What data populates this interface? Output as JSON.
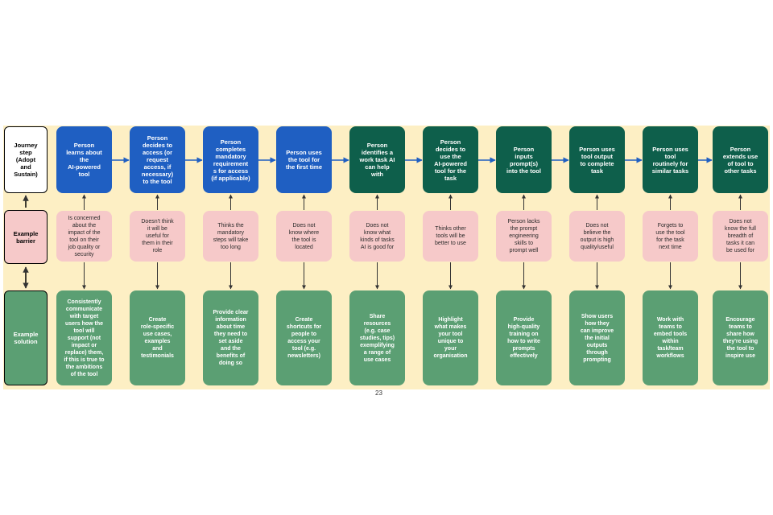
{
  "row_labels": {
    "journey": "Journey\nstep\n(Adopt\nand\nSustain)",
    "barrier": "Example\nbarrier",
    "solution": "Example\nsolution"
  },
  "columns": [
    {
      "step": "Person\nlearns about\nthe\nAI-powered\ntool",
      "color": "#1f5fc2",
      "barrier": "Is concerned\nabout the\nimpact of the\ntool on their\njob quality or\nsecurity",
      "solution": "Consistently\ncommunicate\nwith target\nusers how the\ntool will\nsupport (not\nimpact or\nreplace) them,\nif this is true to\nthe ambitions\nof the tool"
    },
    {
      "step": "Person\ndecides to\naccess (or\nrequest\naccess, if\nnecessary)\nto the tool",
      "color": "#1f5fc2",
      "barrier": "Doesn't think\nit will be\nuseful for\nthem in their\nrole",
      "solution": "Create\nrole-specific\nuse cases,\nexamples\nand\ntestimonials"
    },
    {
      "step": "Person\ncompletes\nmandatory\nrequirement\ns for access\n(if applicable)",
      "color": "#1f5fc2",
      "barrier": "Thinks the\nmandatory\nsteps will take\ntoo long",
      "solution": "Provide clear\ninformation\nabout time\nthey need to\nset aside\nand the\nbenefits of\ndoing so"
    },
    {
      "step": "Person uses\nthe tool for\nthe first time",
      "color": "#1f5fc2",
      "barrier": "Does not\nknow where\nthe tool is\nlocated",
      "solution": "Create\nshortcuts for\npeople to\naccess your\ntool (e.g.\nnewsletters)"
    },
    {
      "step": "Person\nidentifies a\nwork task AI\ncan help\nwith",
      "color": "#0e5f4b",
      "barrier": "Does not\nknow what\nkinds of tasks\nAI is good for",
      "solution": "Share\nresources\n(e.g. case\nstudies, tips)\nexemplifying\na range of\nuse cases"
    },
    {
      "step": "Person\ndecides to\nuse the\nAI-powered\ntool for the\ntask",
      "color": "#0e5f4b",
      "barrier": "Thinks other\ntools will be\nbetter to use",
      "solution": "Highlight\nwhat makes\nyour tool\nunique to\nyour\norganisation"
    },
    {
      "step": "Person\ninputs\nprompt(s)\ninto the tool",
      "color": "#0e5f4b",
      "barrier": "Person lacks\nthe prompt\nengineering\nskills to\nprompt well",
      "solution": "Provide\nhigh-quality\ntraining on\nhow to write\nprompts\neffectively"
    },
    {
      "step": "Person uses\ntool output\nto complete\ntask",
      "color": "#0e5f4b",
      "barrier": "Does not\nbelieve the\noutput is high\nquality/useful",
      "solution": "Show users\nhow they\ncan improve\nthe initial\noutputs\nthrough\nprompting"
    },
    {
      "step": "Person uses\ntool\nroutinely for\nsimilar tasks",
      "color": "#0e5f4b",
      "barrier": "Forgets to\nuse the tool\nfor the task\nnext time",
      "solution": "Work with\nteams to\nembed tools\nwithin\ntask/team\nworkflows"
    },
    {
      "step": "Person\nextends use\nof tool to\nother tasks",
      "color": "#0e5f4b",
      "barrier": "Does not\nknow the full\nbreadth of\ntasks it can\nbe used for",
      "solution": "Encourage\nteams to\nshare how\nthey're using\nthe tool to\ninspire use"
    }
  ],
  "page_number": "23"
}
